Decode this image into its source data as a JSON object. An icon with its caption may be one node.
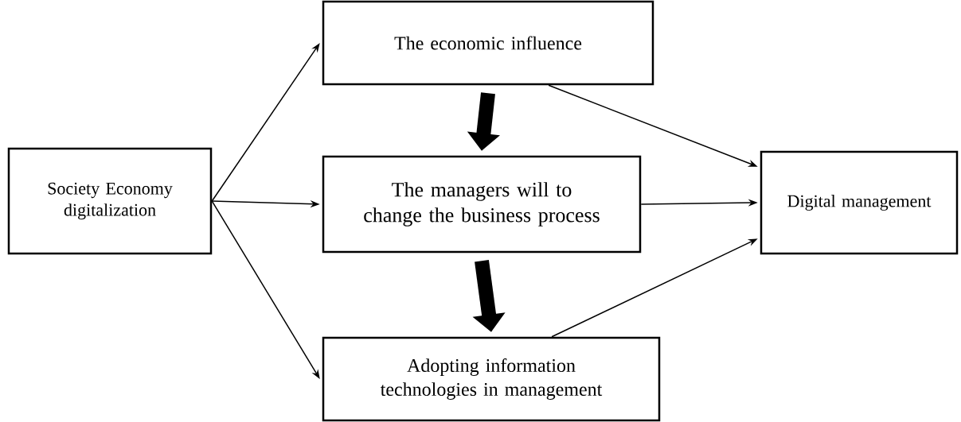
{
  "diagram": {
    "nodes": [
      {
        "text": [
          "Society Economy digitalization"
        ]
      },
      {
        "text": [
          "The economic influence"
        ]
      },
      {
        "text": [
          "The managers will to change the business process"
        ]
      },
      {
        "text": [
          "Adopting information technologies in management"
        ]
      },
      {
        "text": [
          "Digital management"
        ]
      }
    ],
    "edges": [
      {
        "from": 0,
        "to": 1,
        "arrow": "to"
      },
      {
        "from": 0,
        "to": 2,
        "arrow": "to"
      },
      {
        "from": 0,
        "to": 3,
        "arrow": "to"
      },
      {
        "from": 1,
        "to": 4,
        "arrow": "to"
      },
      {
        "from": 2,
        "to": 4,
        "arrow": "to"
      },
      {
        "from": 3,
        "to": 4,
        "arrow": "to"
      },
      {
        "from": 1,
        "to": 2,
        "arrow": "to",
        "style": "thick"
      },
      {
        "from": 2,
        "to": 3,
        "arrow": "to",
        "style": "thick"
      }
    ]
  }
}
